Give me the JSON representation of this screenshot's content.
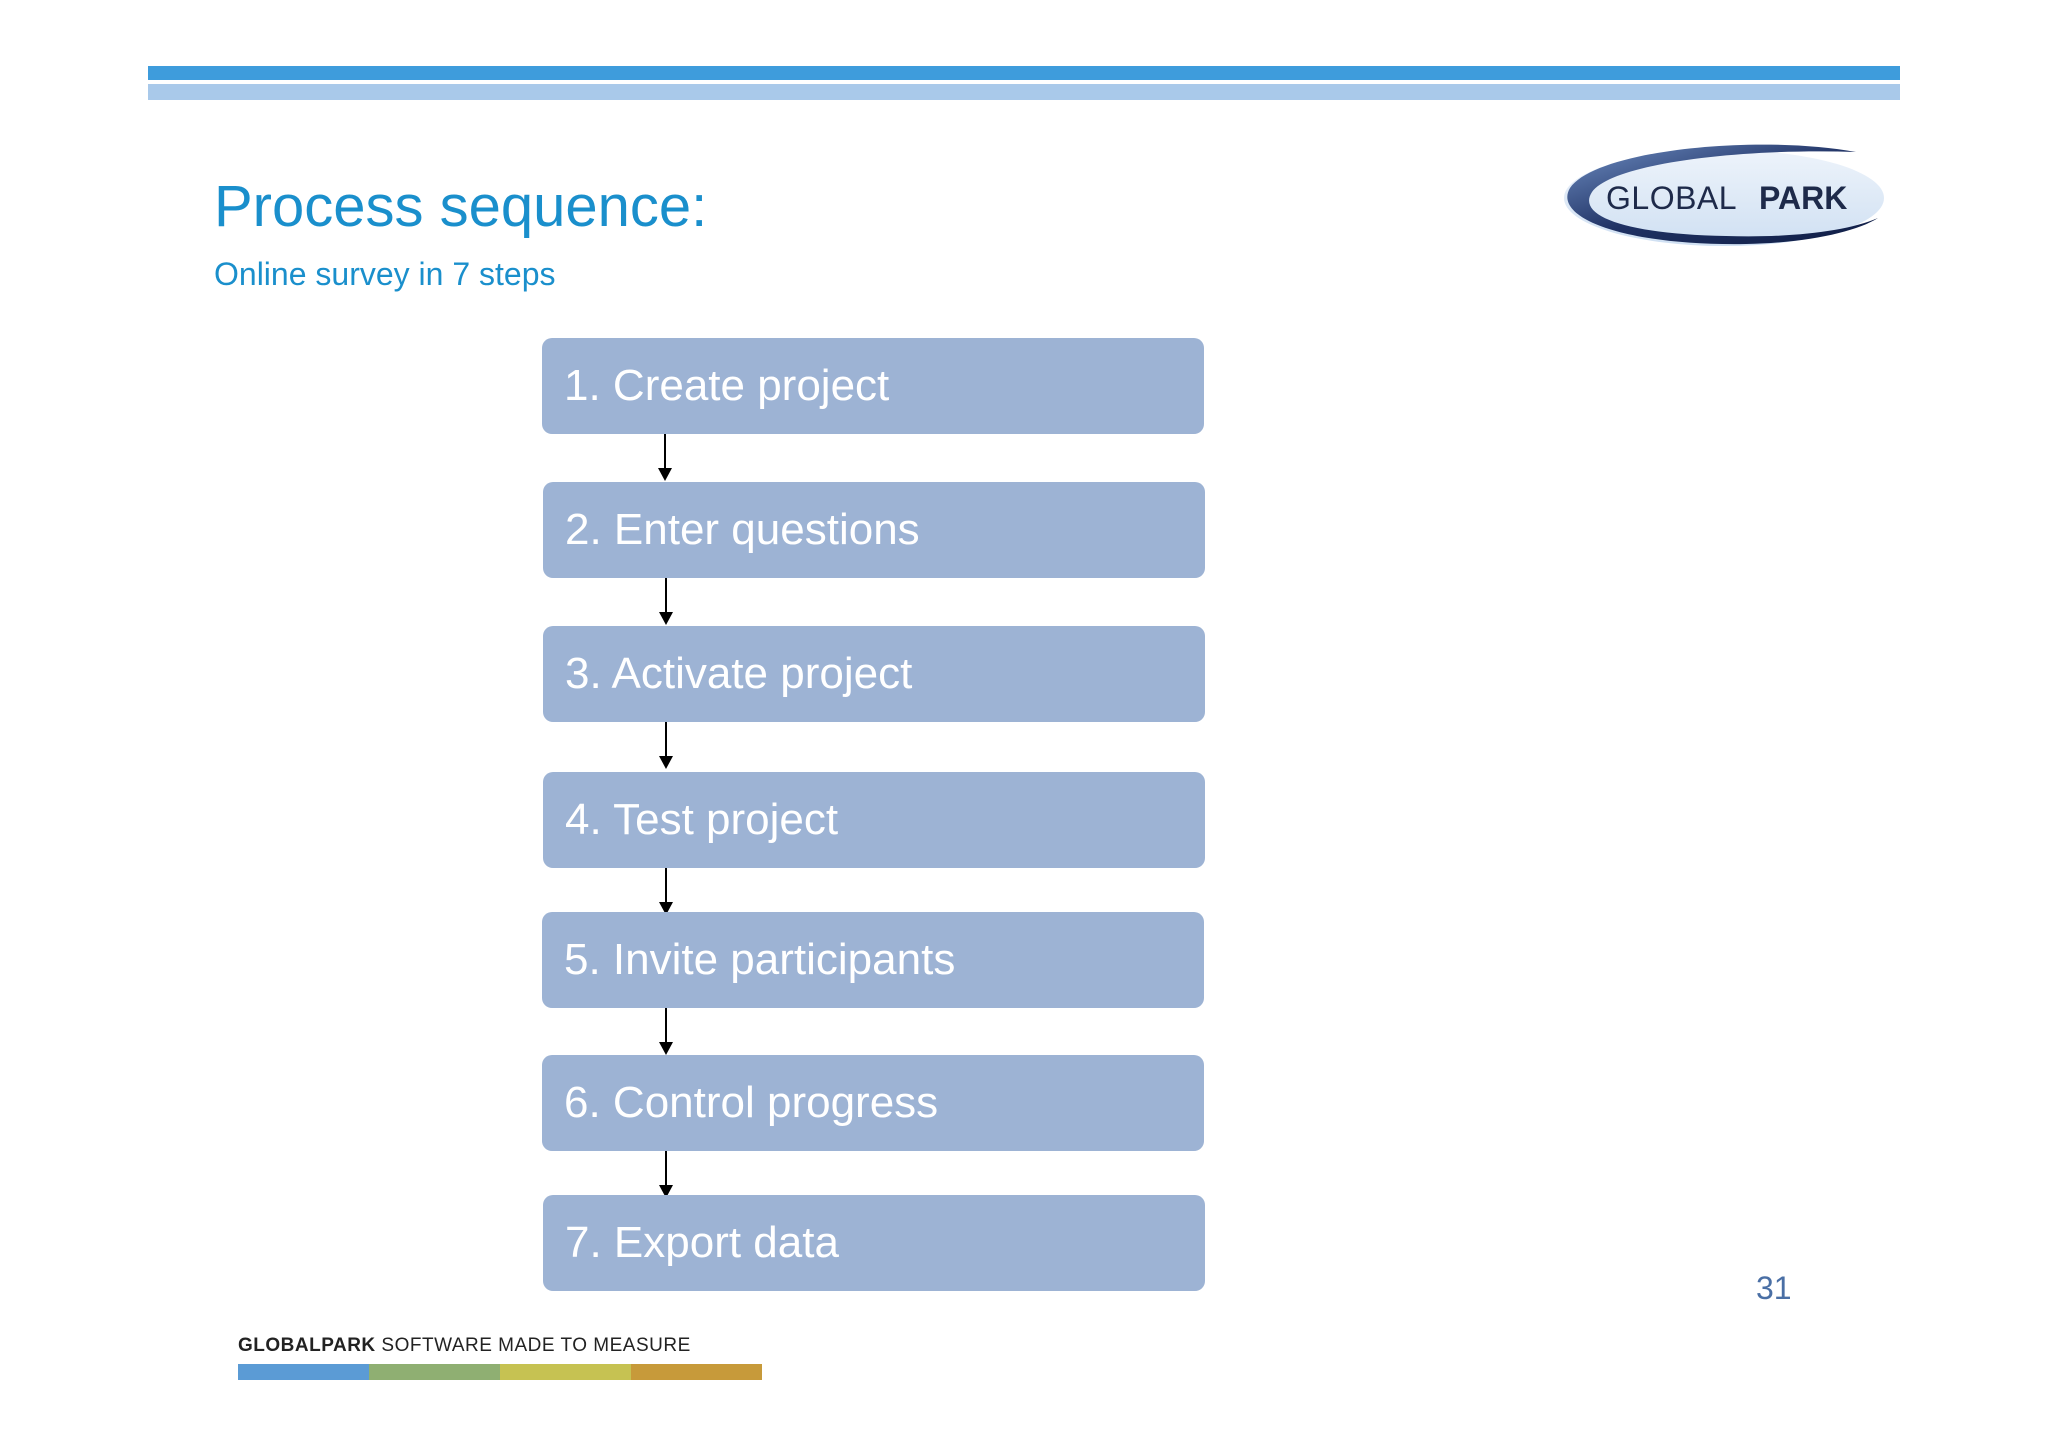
{
  "header": {
    "title": "Process sequence:",
    "subtitle": "Online survey in 7 steps"
  },
  "logo": {
    "text_light": "GLOBAL",
    "text_bold": "PARK",
    "colors": {
      "swoosh_dark": "#2b3f73",
      "swoosh_light": "#a8c6e8"
    }
  },
  "steps": [
    {
      "label": "1. Create project"
    },
    {
      "label": "2. Enter questions"
    },
    {
      "label": "3. Activate project"
    },
    {
      "label": "4. Test project"
    },
    {
      "label": "5. Invite participants"
    },
    {
      "label": "6. Control progress"
    },
    {
      "label": "7. Export data"
    }
  ],
  "page_number": "31",
  "footer": {
    "brand": "GLOBALPARK",
    "tagline": "SOFTWARE MADE TO MEASURE",
    "bar_colors": [
      "#5b9bd5",
      "#8faf72",
      "#c6c252",
      "#c79a3a"
    ]
  },
  "colors": {
    "accent_blue": "#1a8fcc",
    "stripe_dark": "#3e9cdc",
    "stripe_light": "#a9c9ea",
    "step_fill": "#9db3d4",
    "step_text": "#ffffff"
  }
}
